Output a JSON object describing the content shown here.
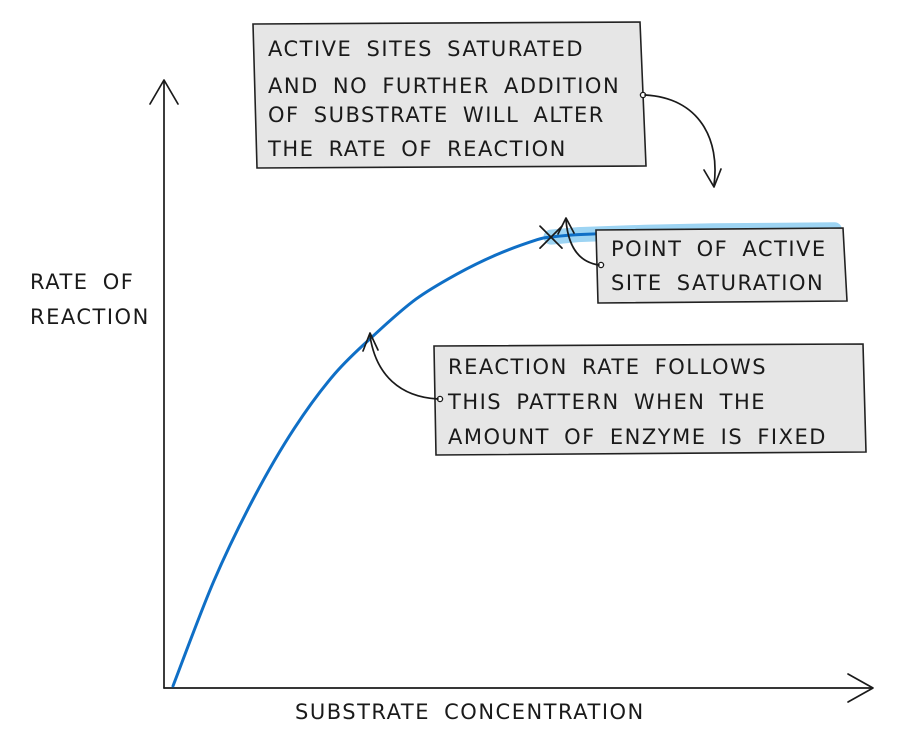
{
  "chart_data": {
    "type": "line",
    "xlabel": "SUBSTRATE CONCENTRATION",
    "ylabel": [
      "RATE OF",
      "REACTION"
    ],
    "grid": false,
    "xlim": [
      0,
      100
    ],
    "ylim": [
      0,
      100
    ],
    "series": [
      {
        "x": [
          0,
          6,
          12,
          18,
          24,
          30,
          36,
          42,
          48,
          54,
          56,
          60,
          70,
          80,
          90,
          98
        ],
        "y": [
          0,
          21,
          38,
          52,
          63,
          71,
          78,
          83,
          87,
          90,
          90.5,
          91,
          91.5,
          91.8,
          91.9,
          92
        ]
      }
    ],
    "plateau": {
      "x_start": 56,
      "x_end": 98
    },
    "saturation_point": {
      "x": 56,
      "y": 90.5
    },
    "annotations": [
      {
        "id": "saturated",
        "lines": [
          "ACTIVE SITES SATURATED",
          "AND NO FURTHER ADDITION",
          "OF SUBSTRATE WILL ALTER",
          "THE RATE OF REACTION"
        ]
      },
      {
        "id": "saturation-point",
        "lines": [
          "POINT OF ACTIVE",
          "SITE SATURATION"
        ]
      },
      {
        "id": "pattern",
        "lines": [
          "REACTION RATE FOLLOWS",
          "THIS PATTERN WHEN THE",
          "AMOUNT OF ENZYME IS FIXED"
        ]
      }
    ],
    "colors": {
      "curve": "#0f6fc6",
      "highlight": "#9dd4f3",
      "axis": "#1a1a1a",
      "callout_fill": "#e6e6e6"
    }
  }
}
